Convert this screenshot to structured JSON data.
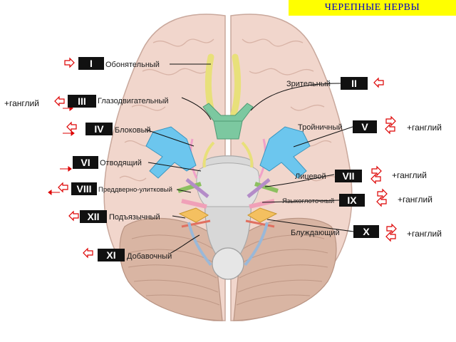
{
  "title": "ЧЕРЕПНЫЕ НЕРВЫ",
  "ganglion_label": "+ганглий",
  "nerves": [
    {
      "numeral": "I",
      "name": "Обонятельный"
    },
    {
      "numeral": "II",
      "name": "Зрительный"
    },
    {
      "numeral": "III",
      "name": "Глазодвигательный"
    },
    {
      "numeral": "IV",
      "name": "Блоковый"
    },
    {
      "numeral": "V",
      "name": "Тройничный"
    },
    {
      "numeral": "VI",
      "name": "Отводящий"
    },
    {
      "numeral": "VII",
      "name": "Лицевой"
    },
    {
      "numeral": "VIII",
      "name": "Преддверно-улитковый"
    },
    {
      "numeral": "IX",
      "name": "Языкоглоточный"
    },
    {
      "numeral": "X",
      "name": "Блуждающий"
    },
    {
      "numeral": "XI",
      "name": "Добавочный"
    },
    {
      "numeral": "XII",
      "name": "Подъязычный"
    }
  ],
  "colors": {
    "title_bg": "#ffff00",
    "title_text": "#0000cc",
    "arrow": "#dd0000",
    "olfactory": "#e8e07a",
    "optic": "#7cc8a0",
    "trigeminal": "#6cc6ee",
    "facial": "#8cc060",
    "glossopharyngeal": "#f0a0b8",
    "vagus": "#f4c060",
    "brain": "#f1d6cc",
    "cerebellum": "#d9b5a3"
  }
}
